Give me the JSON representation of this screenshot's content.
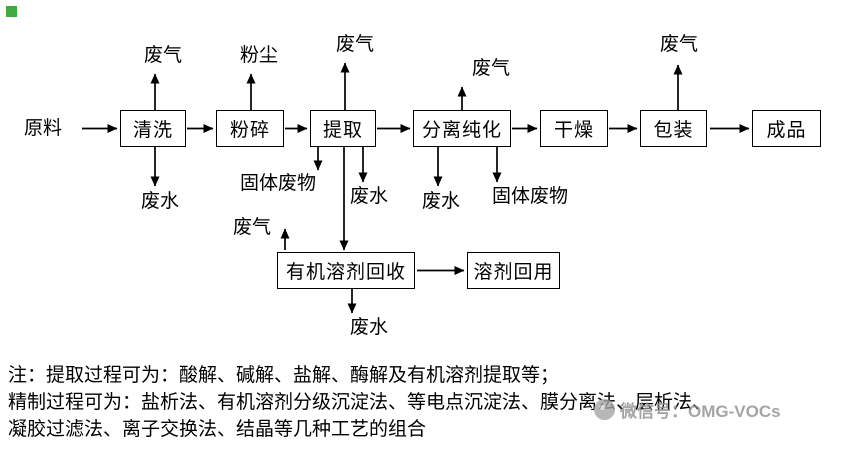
{
  "colors": {
    "corner_square": "#3faa3f",
    "watermark": "#8f8f8f"
  },
  "flow": {
    "source": "原料",
    "stages": [
      {
        "label": "清洗"
      },
      {
        "label": "粉碎"
      },
      {
        "label": "提取"
      },
      {
        "label": "分离纯化"
      },
      {
        "label": "干燥"
      },
      {
        "label": "包装"
      },
      {
        "label": "成品"
      }
    ],
    "recovery_box": "有机溶剂回收",
    "reuse_box": "溶剂回用"
  },
  "emissions": {
    "wash_gas": "废气",
    "crush_dust": "粉尘",
    "extract_gas": "废气",
    "purify_gas": "废气",
    "pack_gas": "废气",
    "wash_water": "废水",
    "extract_solid": "固体废物",
    "extract_water": "废水",
    "purify_water": "废水",
    "purify_solid": "固体废物",
    "recovery_gas": "废气",
    "recovery_water": "废水"
  },
  "notes": {
    "line1": "注：提取过程可为：酸解、碱解、盐解、酶解及有机溶剂提取等；",
    "line2": "精制过程可为：盐析法、有机溶剂分级沉淀法、等电点沉淀法、膜分离法、层析法、",
    "line3": "凝胶过滤法、离子交换法、结晶等几种工艺的组合"
  },
  "watermark": {
    "text": "微信号：OMG-VOCs"
  }
}
